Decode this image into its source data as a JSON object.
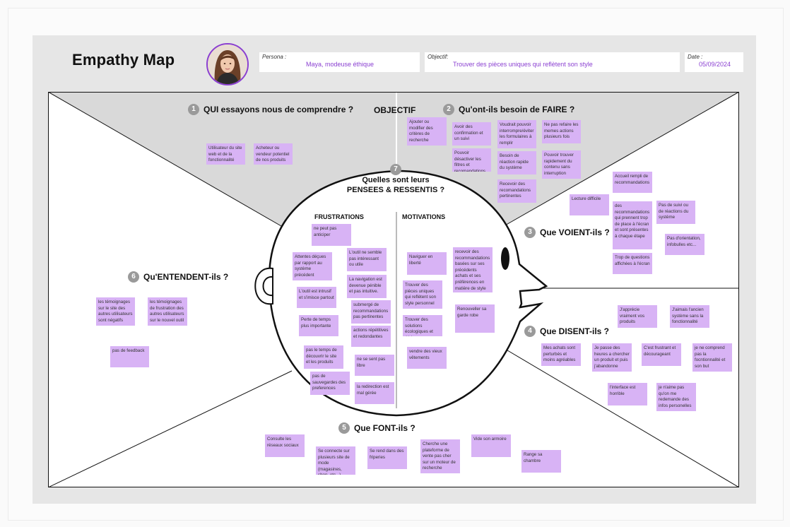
{
  "header": {
    "title": "Empathy Map",
    "persona_label": "Persona :",
    "persona_value": "Maya, modeuse éthique",
    "objectif_label": "Objectif:",
    "objectif_value": "Trouver des pièces uniques qui reflètent son style",
    "date_label": "Date :",
    "date_value": "05/09/2024"
  },
  "sections": {
    "s1": {
      "num": "1",
      "title": "QUI essayons nous de comprendre ?"
    },
    "objectif": "OBJECTIF",
    "s2": {
      "num": "2",
      "title": "Qu'ont-ils besoin de FAIRE ?"
    },
    "s3": {
      "num": "3",
      "title": "Que VOIENT-ils ?"
    },
    "s4": {
      "num": "4",
      "title": "Que DISENT-ils ?"
    },
    "s5": {
      "num": "5",
      "title": "Que FONT-ils ?"
    },
    "s6": {
      "num": "6",
      "title": "Qu'ENTENDENT-ils ?"
    },
    "s7": {
      "num": "7",
      "title_line1": "Quelles sont leurs",
      "title_line2": "PENSEES & RESSENTIS ?"
    },
    "frustrations": "FRUSTRATIONS",
    "motivations": "MOTIVATIONS"
  },
  "notes": {
    "qui": [
      "Utilisateur du site web et de la fonctionnalité",
      "Acheteur ou vendeur potentiel de nos produits"
    ],
    "faire": [
      "Ajouter ou modifier des critères de recherche",
      "Avoir des confirmation et un suivi",
      "Voudrait pouvoir interrompre/éviter les formulaires à remplir",
      "Ne pas refaire les memes actions plusieurs fois",
      "Pouvoir désactiver les filtres et recomandations",
      "Besoin de réaction rapide du système",
      "Pouvoir trouver rapidement du contenu sans interruption",
      "Recevoir des recomandations pertinentes"
    ],
    "voient": [
      "Accueil rempli de recommandations",
      "Lecture difficile",
      "des recommandations qui prennent trop de place à l'écran et sont présentes à chaque étape",
      "Pas de suivi ou de réactions du système",
      "Pas d'orientation, infobulles etc...",
      "Trop de questions affichées à l'écran"
    ],
    "disent": [
      "J'apprécie vraiment vos produits",
      "J'aimais l'ancien système sans la fonctionnalité",
      "Mes achats sont perturbés et moins agréables",
      "Je passe des heures a chercher un produit et puis j'abandonne",
      "C'est frustrant et décourageant",
      "je ne comprend pas la focntionnalité et son but",
      "l'interface est horrible",
      "je n'aime pas qu'on me redemande des infos personelles"
    ],
    "font": [
      "Consulte les réseaux sociaux",
      "Se connecte sur plusieurs site de mode (magasines, shop, etc...)",
      "Se rend dans des friperies",
      "Cherche une plateforme de vente pas cher sur un moteur de recherche",
      "Vide son armoire",
      "Range sa chambre"
    ],
    "entendent": [
      "les témoignages sur le site des autres utilisateurs sont négatifs",
      "les témoignages de frustration des autres utilisateurs sur le nouvel outil",
      "pas de feedback"
    ],
    "frustrations": [
      "ne peut pas anticiper",
      "Attentes déçues par rapport au système précédent",
      "L'outil ne semble pas intéressant ou utile",
      "La navigation est devenue pénible et pas intuitive.",
      "L'outil est intrusif et s'imisce partout",
      "submergé de recommandations pas pertinentes",
      "Perte de temps plus importante",
      "actions répétitives et redondantes",
      "pas le temps de découvrir le site et les produits",
      "ne se sent pas libre",
      "pas de sauvegardes des preferences",
      "la redirection est mal gérée"
    ],
    "motivations": [
      "Naviguer en liberté",
      "recevoir des recommandations basées sur ses précédents achats et ses préférences en matière de style",
      "Trouver des pièces uniques qui reflètent son style personnel",
      "Renouveller sa garde robe",
      "Trouver des solutions écologiques et éthiques",
      "vendre des vieux vêtements"
    ]
  }
}
